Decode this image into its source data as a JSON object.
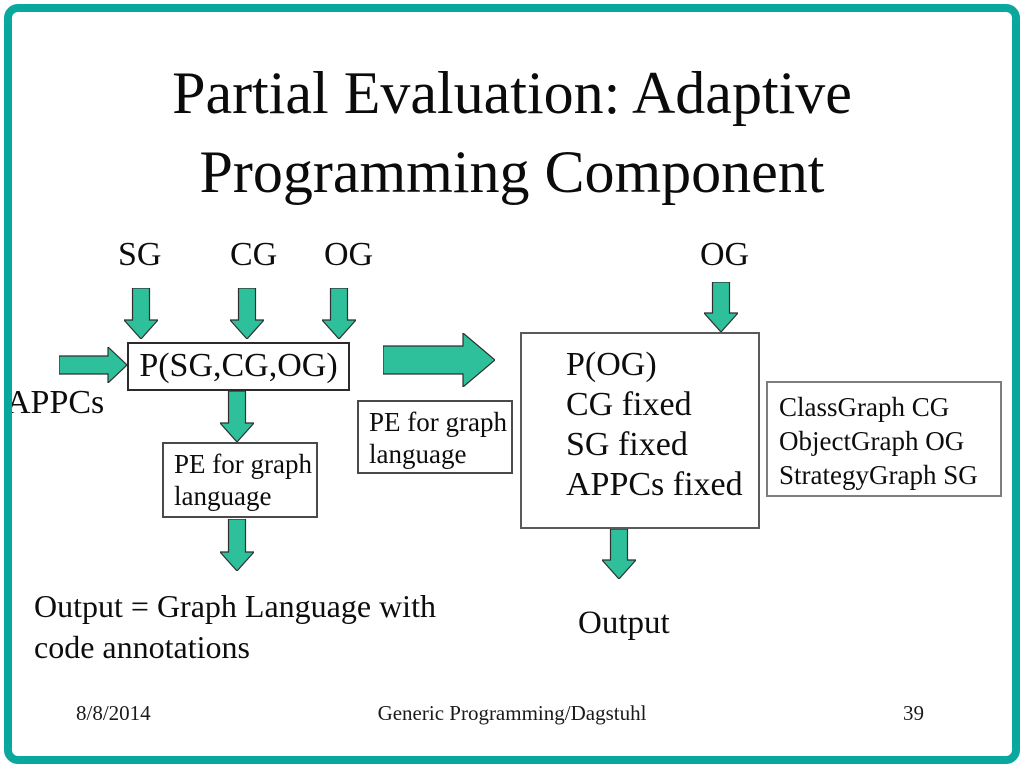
{
  "slide": {
    "title_line1": "Partial Evaluation: Adaptive",
    "title_line2": "Programming Component"
  },
  "diagram": {
    "input_labels_left": [
      "SG",
      "CG",
      "OG"
    ],
    "input_label_right": "OG",
    "appcs_label": "APPCs",
    "process_box_left": "P(SG,CG,OG)",
    "pe_box_left_lines": [
      "PE for graph",
      "language"
    ],
    "pe_box_mid_lines": [
      "PE for graph",
      "language"
    ],
    "process_box_right_lines": [
      "P(OG)",
      "CG fixed",
      "SG fixed",
      "APPCs fixed"
    ],
    "legend_lines": [
      "ClassGraph CG",
      "ObjectGraph OG",
      "StrategyGraph SG"
    ],
    "output_left_lines": [
      "Output = Graph Language with",
      "code annotations"
    ],
    "output_right_label": "Output"
  },
  "footer": {
    "date": "8/8/2014",
    "center": "Generic Programming/Dagstuhl",
    "page_number": "39"
  },
  "theme": {
    "frame-teal": "#0aa79c",
    "arrow-fill": "#2ec09a",
    "arrow-stroke": "#2f2f2f"
  }
}
